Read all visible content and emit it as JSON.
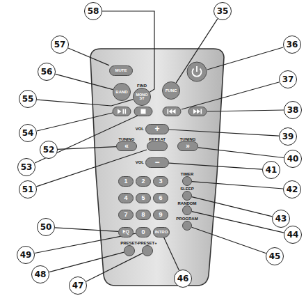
{
  "diagram": {
    "nodes": [
      {
        "text": [
          "MUTE"
        ]
      },
      {
        "text": [
          "BAND"
        ]
      },
      {
        "text": [
          "FIND",
          "MONO ST"
        ]
      },
      {
        "text": [
          "FUNC"
        ]
      },
      {
        "text": [
          "VOL",
          "+"
        ]
      },
      {
        "text": [
          "TUNING",
          "«"
        ]
      },
      {
        "text": [
          "REPEAT"
        ]
      },
      {
        "text": [
          "TUNING",
          "»"
        ]
      },
      {
        "text": [
          "VOL",
          "−"
        ]
      },
      {
        "text": [
          "1"
        ]
      },
      {
        "text": [
          "2"
        ]
      },
      {
        "text": [
          "3"
        ]
      },
      {
        "text": [
          "4"
        ]
      },
      {
        "text": [
          "5"
        ]
      },
      {
        "text": [
          "6"
        ]
      },
      {
        "text": [
          "7"
        ]
      },
      {
        "text": [
          "8"
        ]
      },
      {
        "text": [
          "9"
        ]
      },
      {
        "text": [
          "TIMER"
        ]
      },
      {
        "text": [
          "SLEEP"
        ]
      },
      {
        "text": [
          "RANDOM"
        ]
      },
      {
        "text": [
          "EQ"
        ]
      },
      {
        "text": [
          "0"
        ]
      },
      {
        "text": [
          "INTRO"
        ]
      },
      {
        "text": [
          "PROGRAM"
        ]
      },
      {
        "text": [
          "PRESET-"
        ]
      },
      {
        "text": [
          "PRESET+"
        ]
      },
      {
        "text": [
          "58"
        ]
      },
      {
        "text": [
          "35"
        ]
      },
      {
        "text": [
          "57"
        ]
      },
      {
        "text": [
          "36"
        ]
      },
      {
        "text": [
          "56"
        ]
      },
      {
        "text": [
          "55"
        ]
      },
      {
        "text": [
          "37"
        ]
      },
      {
        "text": [
          "38"
        ]
      },
      {
        "text": [
          "54"
        ]
      },
      {
        "text": [
          "39"
        ]
      },
      {
        "text": [
          "53"
        ]
      },
      {
        "text": [
          "40"
        ]
      },
      {
        "text": [
          "52"
        ]
      },
      {
        "text": [
          "51"
        ]
      },
      {
        "text": [
          "41"
        ]
      },
      {
        "text": [
          "42"
        ]
      },
      {
        "text": [
          "43"
        ]
      },
      {
        "text": [
          "44"
        ]
      },
      {
        "text": [
          "50"
        ]
      },
      {
        "text": [
          "45"
        ]
      },
      {
        "text": [
          "49"
        ]
      },
      {
        "text": [
          "48"
        ]
      },
      {
        "text": [
          "47"
        ]
      },
      {
        "text": [
          "46"
        ]
      }
    ],
    "edges": [
      {
        "from": 27,
        "to": 2,
        "arrow": "none"
      },
      {
        "from": 28,
        "to": 3,
        "arrow": "none"
      },
      {
        "from": 29,
        "to": 0,
        "arrow": "none"
      },
      {
        "from": 31,
        "to": 1,
        "arrow": "none"
      },
      {
        "from": 32,
        "to": 2,
        "arrow": "none"
      },
      {
        "from": 36,
        "to": 4,
        "arrow": "none"
      },
      {
        "from": 38,
        "to": 7,
        "arrow": "none"
      },
      {
        "from": 39,
        "to": 5,
        "arrow": "none"
      },
      {
        "from": 40,
        "to": 6,
        "arrow": "none"
      },
      {
        "from": 41,
        "to": 8,
        "arrow": "none"
      },
      {
        "from": 42,
        "to": 18,
        "arrow": "none"
      },
      {
        "from": 43,
        "to": 19,
        "arrow": "none"
      },
      {
        "from": 44,
        "to": 20,
        "arrow": "none"
      },
      {
        "from": 45,
        "to": 21,
        "arrow": "none"
      },
      {
        "from": 46,
        "to": 24,
        "arrow": "none"
      },
      {
        "from": 47,
        "to": 22,
        "arrow": "none"
      },
      {
        "from": 48,
        "to": 25,
        "arrow": "none"
      },
      {
        "from": 49,
        "to": 26,
        "arrow": "none"
      },
      {
        "from": 50,
        "to": 23,
        "arrow": "none"
      }
    ]
  }
}
